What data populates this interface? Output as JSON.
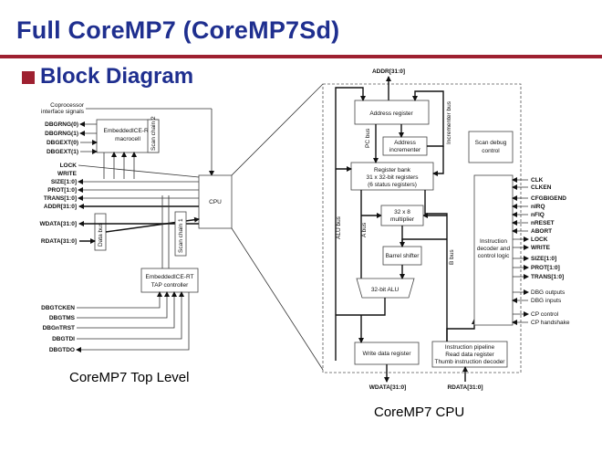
{
  "title": "Full CoreMP7 (CoreMP7Sd)",
  "subtitle": "Block Diagram",
  "accent_color": "#9e2030",
  "title_color": "#1f2f8f",
  "top_level": {
    "caption": "CoreMP7 Top Level",
    "coprocessor_label": "Coprocessor interface signals",
    "ice_macrocell": "EmbeddedICE-RT macrocell",
    "scan_chain_2": "Scan chain 2",
    "scan_chain_1": "Scan chain 1",
    "data_bus": "Data bus",
    "cpu": "CPU",
    "tap": "EmbeddedICE-RT TAP controller",
    "dbg_signals": [
      "DBGRNG(0)",
      "DBGRNG(1)",
      "DBGEXT(0)",
      "DBGEXT(1)"
    ],
    "cpu_signals": [
      "LOCK",
      "WRITE",
      "SIZE[1:0]",
      "PROT[1:0]",
      "TRANS[1:0]"
    ],
    "addr": "ADDR[31:0]",
    "wdata": "WDATA[31:0]",
    "rdata": "RDATA[31:0]",
    "tap_signals": [
      "DBGTCKEN",
      "DBGTMS",
      "DBGnTRST",
      "DBGTDI",
      "DBGTDO"
    ]
  },
  "cpu_detail": {
    "caption": "CoreMP7 CPU",
    "addr_top": "ADDR[31:0]",
    "address_register": "Address register",
    "pc_bus": "PC bus",
    "incrementer_bus": "Incrementer bus",
    "address_incrementer": "Address incrementer",
    "register_bank": "Register bank 31 x 32-bit registers (6 status registers)",
    "alu_bus": "ALU bus",
    "a_bus": "A bus",
    "b_bus": "B bus",
    "multiplier": "32 x 8 multiplier",
    "barrel_shifter": "Barrel shifter",
    "alu": "32-bit ALU",
    "write_data_register": "Write data register",
    "pipeline": "Instruction pipeline Read data register Thumb instruction decoder",
    "scan_debug": "Scan debug control",
    "decoder": "Instruction decoder and control logic",
    "wdata_bottom": "WDATA[31:0]",
    "rdata_bottom": "RDATA[31:0]",
    "right_signals": [
      "CLK",
      "CLKEN",
      "CFGBIGEND",
      "nIRQ",
      "nFIQ",
      "nRESET",
      "ABORT",
      "LOCK",
      "WRITE",
      "SIZE[1:0]",
      "PROT[1:0]",
      "TRANS[1:0]"
    ],
    "right_misc": [
      "DBG outputs",
      "DBG inputs",
      "CP control",
      "CP handshake"
    ]
  }
}
